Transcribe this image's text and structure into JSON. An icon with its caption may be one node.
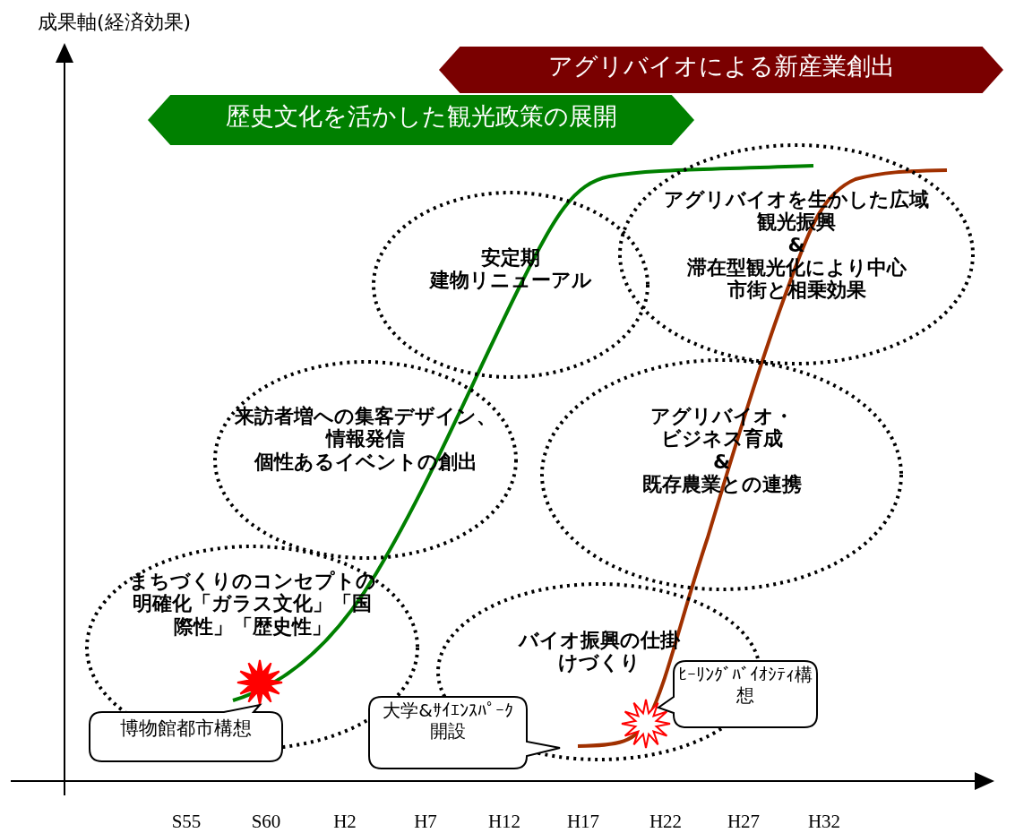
{
  "diagram": {
    "nodes": [
      {
        "text": [
          "アグリバイオによる新産業創出"
        ]
      },
      {
        "text": [
          "歴史文化を活かした観光政策の展開"
        ]
      },
      {
        "text": [
          "安定期",
          "建物リニューアル"
        ]
      },
      {
        "text": [
          "アグリバイオを生かした広域観光振興",
          "&",
          "滞在型観光化により中心市街と相乗効果"
        ]
      },
      {
        "text": [
          "来訪者増への集客デザイン、情報発信",
          "個性あるイベントの創出"
        ]
      },
      {
        "text": [
          "アグリバイオ・ビジネス育成",
          "&",
          "既存農業との連携"
        ]
      },
      {
        "text": [
          "まちづくりのコンセプトの明確化「ガラス文化」「国際性」「歴史性」"
        ]
      },
      {
        "text": [
          "バイオ振興の仕掛けづくり"
        ]
      },
      {
        "text": [
          "博物館都市構想"
        ]
      },
      {
        "text": [
          "大学&ｻｲｴﾝｽﾊﾟｰｸ開設"
        ]
      },
      {
        "text": [
          "ﾋｰﾘﾝｸﾞﾊﾞｲｵｼﾃｨ構想"
        ]
      }
    ],
    "edges": [],
    "labels": [
      "成果軸(経済効果)",
      "S55",
      "S60",
      "H2",
      "H7",
      "H12",
      "H17",
      "H22",
      "H27",
      "H32"
    ]
  }
}
